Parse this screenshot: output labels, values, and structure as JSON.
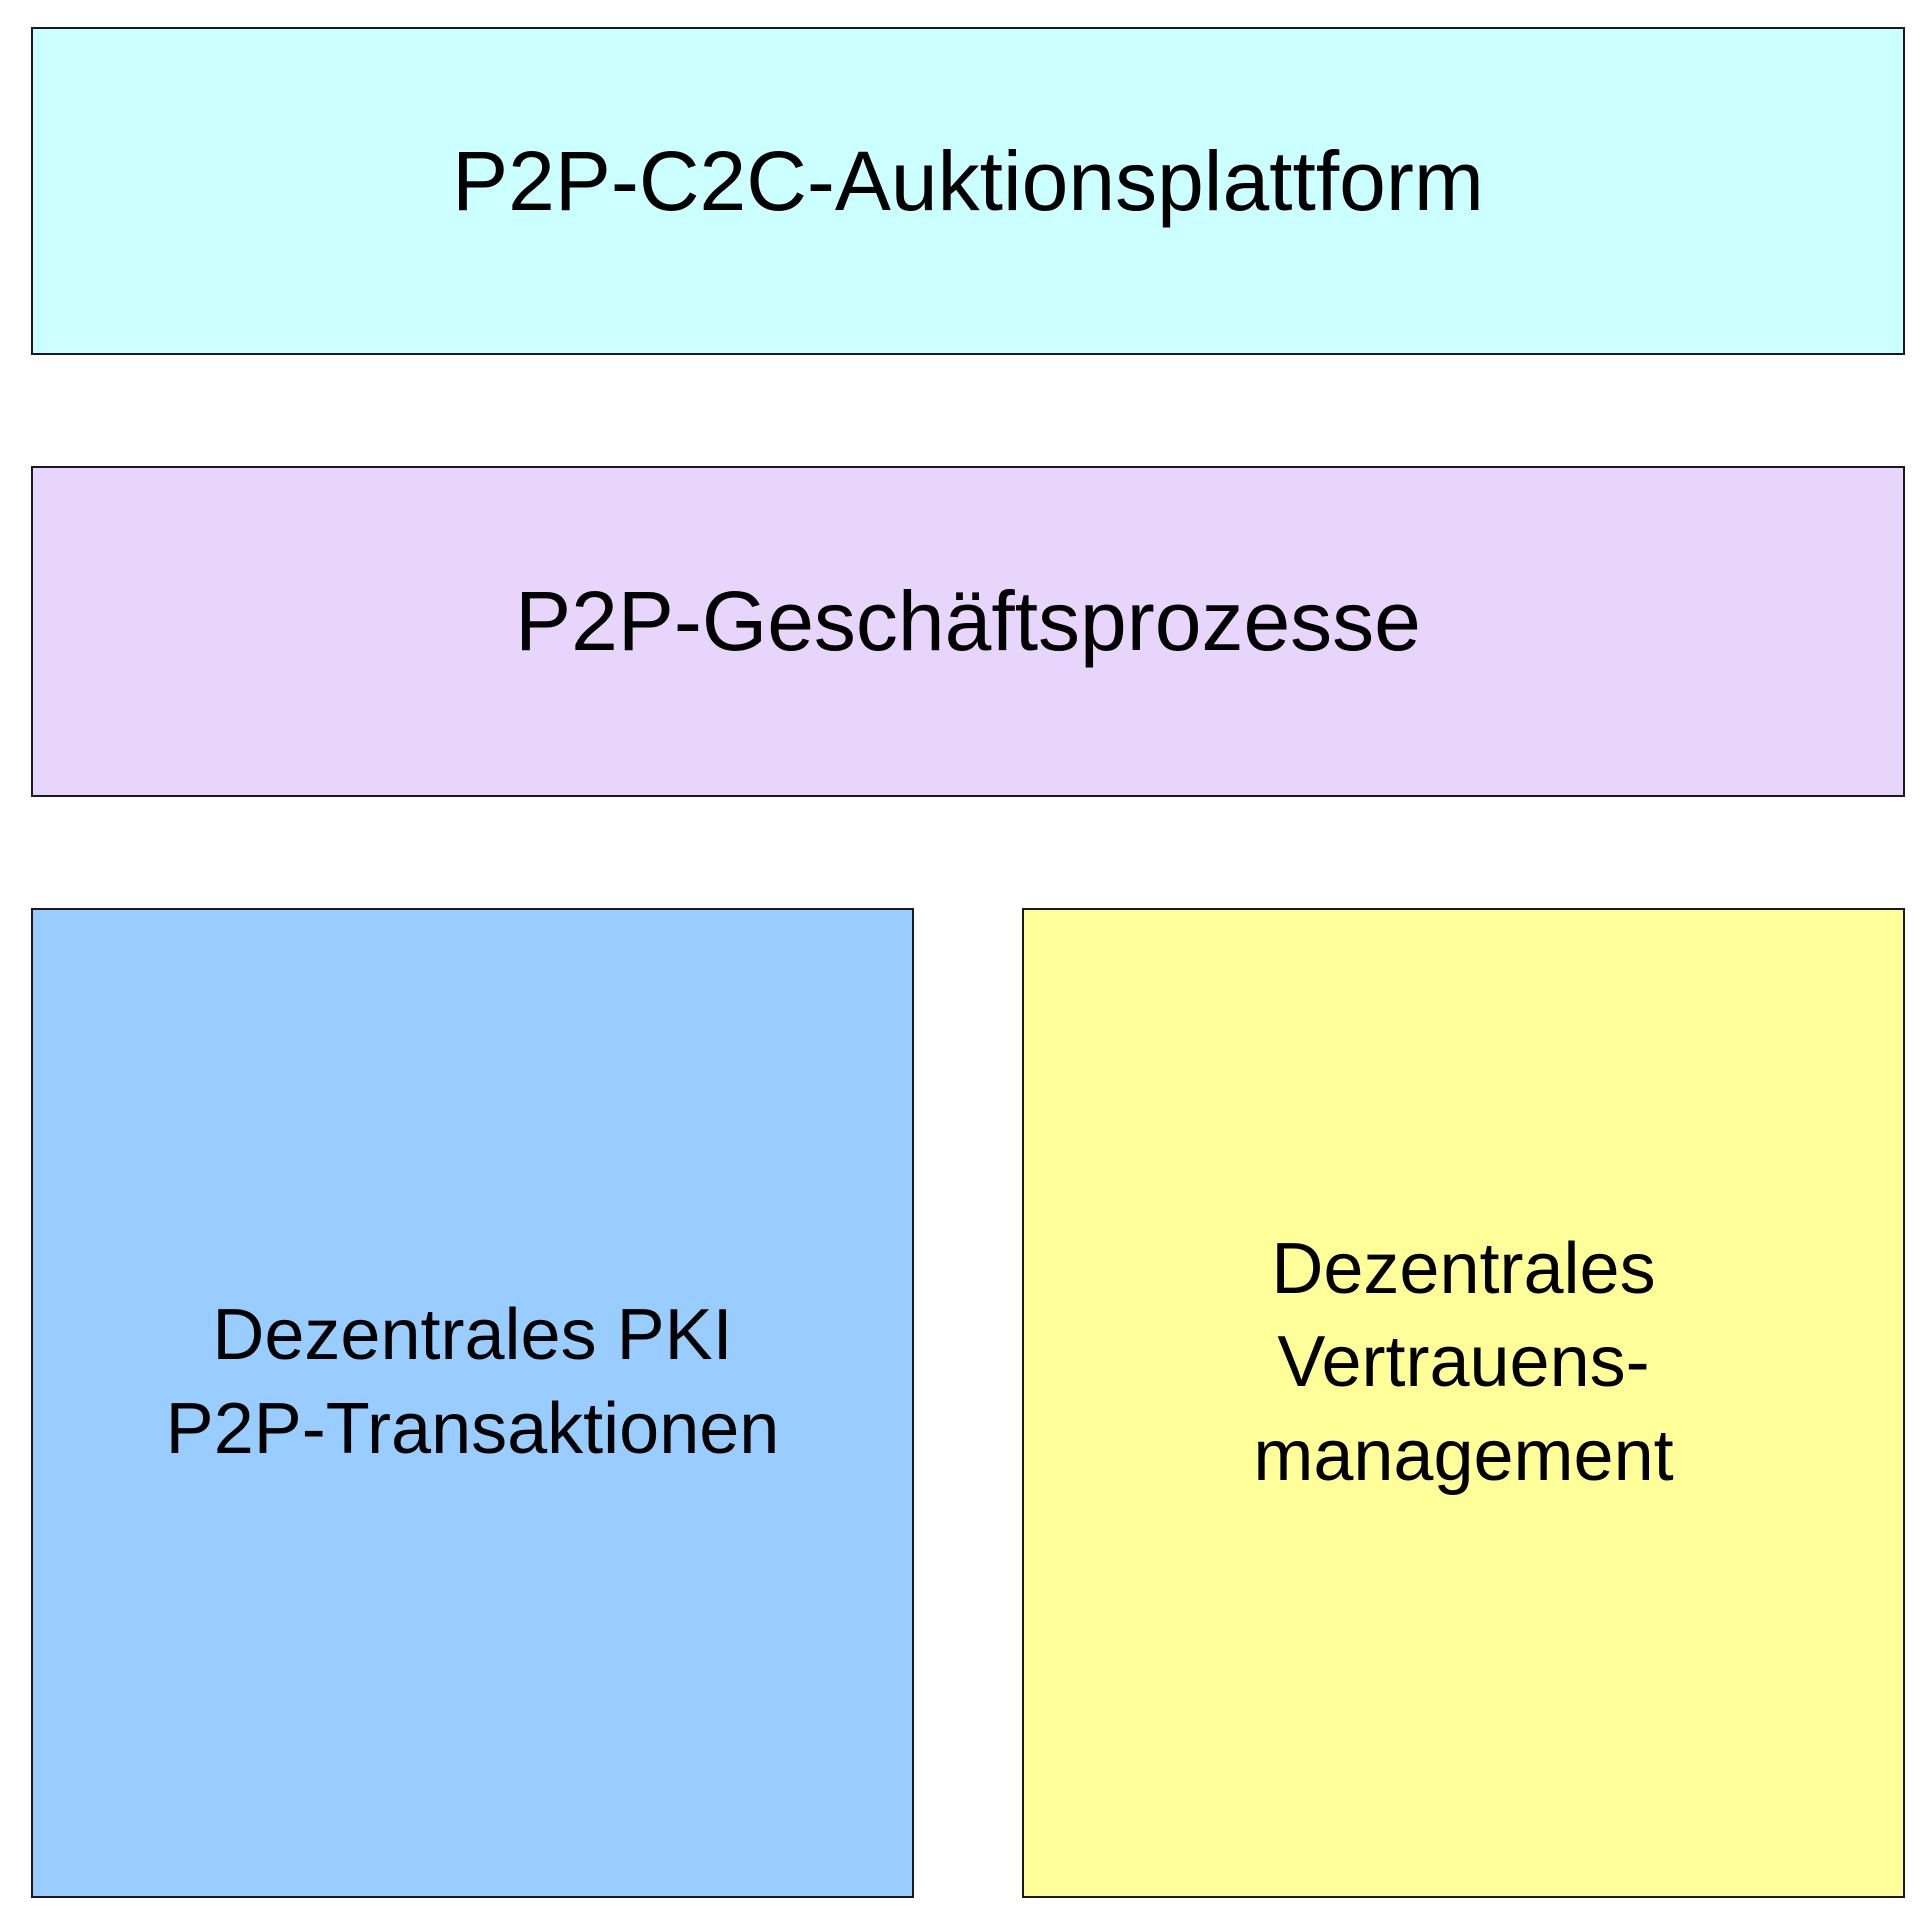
{
  "boxes": {
    "platform": {
      "label": "P2P-C2C-Auktionsplattform",
      "color": "#ccffff"
    },
    "processes": {
      "label": "P2P-Geschäftsprozesse",
      "color": "#e8d5fc"
    },
    "pki": {
      "lines": [
        "Dezentrales PKI",
        "P2P-Transaktionen"
      ],
      "color": "#99ccff"
    },
    "trust": {
      "lines": [
        "Dezentrales",
        "Vertrauens-",
        "management"
      ],
      "color": "#ffff99"
    }
  }
}
